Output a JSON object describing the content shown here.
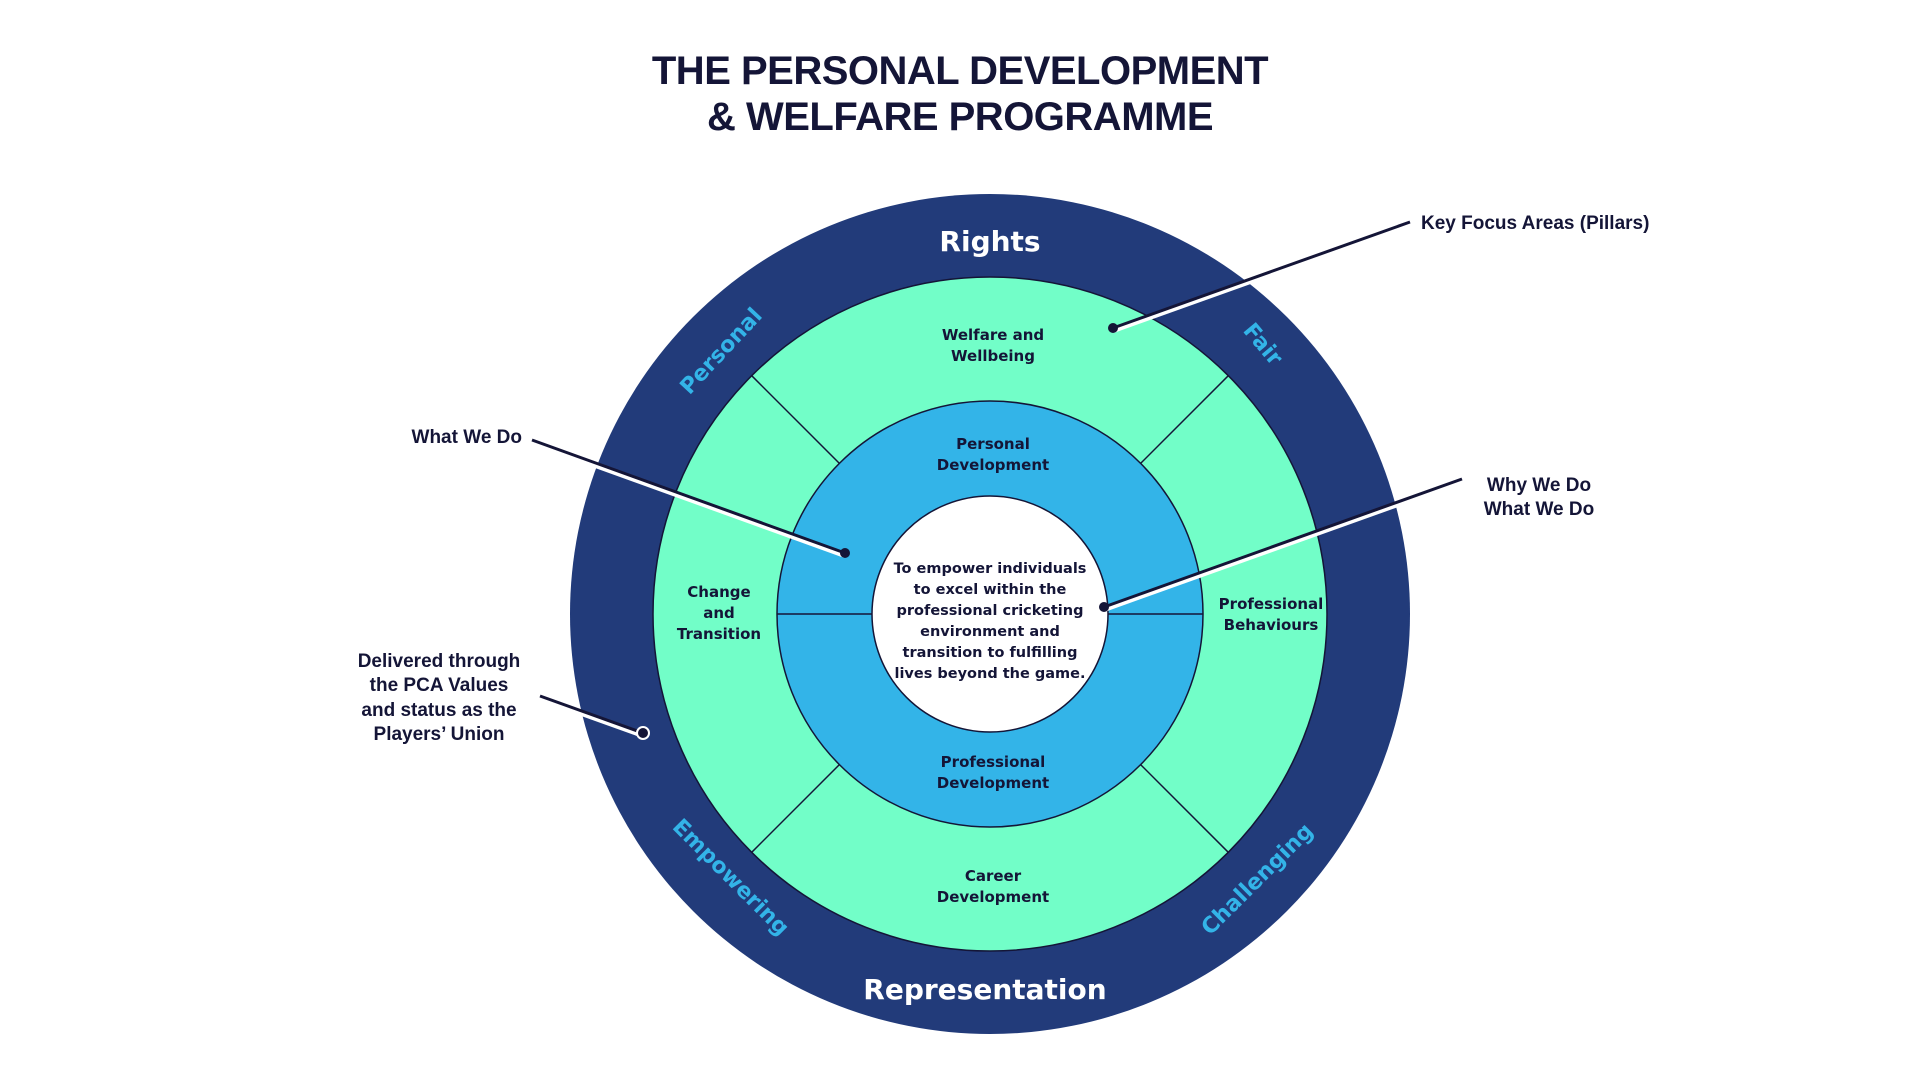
{
  "title": {
    "line1": "THE PERSONAL DEVELOPMENT",
    "line2": "& WELFARE PROGRAMME"
  },
  "colors": {
    "outer_ring": "#223b7a",
    "pillar_ring": "#72fec8",
    "activity_ring": "#33b4e8",
    "center": "#ffffff",
    "value_text": "#33b4e8",
    "dark_text": "#141537"
  },
  "outer_ring": {
    "top_label": "Rights",
    "bottom_label": "Representation",
    "values": [
      "Personal",
      "Fair",
      "Empowering",
      "Challenging"
    ]
  },
  "pillars": {
    "top": [
      "Welfare and",
      "Wellbeing"
    ],
    "left": [
      "Change",
      "and",
      "Transition"
    ],
    "right": [
      "Professional",
      "Behaviours"
    ],
    "bottom": [
      "Career",
      "Development"
    ]
  },
  "activities": {
    "top": [
      "Personal",
      "Development"
    ],
    "bottom": [
      "Professional",
      "Development"
    ]
  },
  "center": {
    "lines": [
      "To empower individuals",
      "to excel within the",
      "professional cricketing",
      "environment and",
      "transition to fulfilling",
      "lives beyond the game."
    ]
  },
  "callouts": {
    "key_focus": "Key Focus Areas (Pillars)",
    "what_we_do": "What We Do",
    "why_we_do": [
      "Why We Do",
      "What We Do"
    ],
    "delivered": [
      "Delivered through",
      "the PCA Values",
      "and status as the",
      "Players’ Union"
    ]
  }
}
